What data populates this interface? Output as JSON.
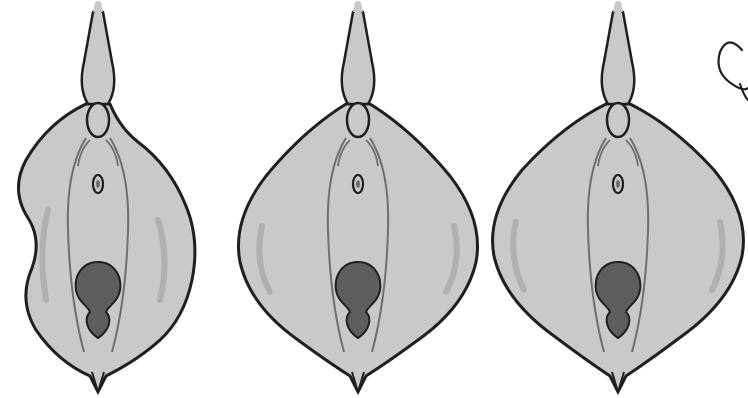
{
  "figure": {
    "panel_count": 3,
    "colors": {
      "background": "#ffffff",
      "outline": "#1f1f1f",
      "fill": "#c9c9c9",
      "shade": "#b5b5b5",
      "inner_line": "#6e6e6e",
      "dark_fill": "#5e5e5e"
    },
    "panels": [
      {
        "name": "illustration-panel-1"
      },
      {
        "name": "illustration-panel-2"
      },
      {
        "name": "illustration-panel-3"
      }
    ],
    "corner_mark": {
      "name": "logo-mark"
    }
  }
}
